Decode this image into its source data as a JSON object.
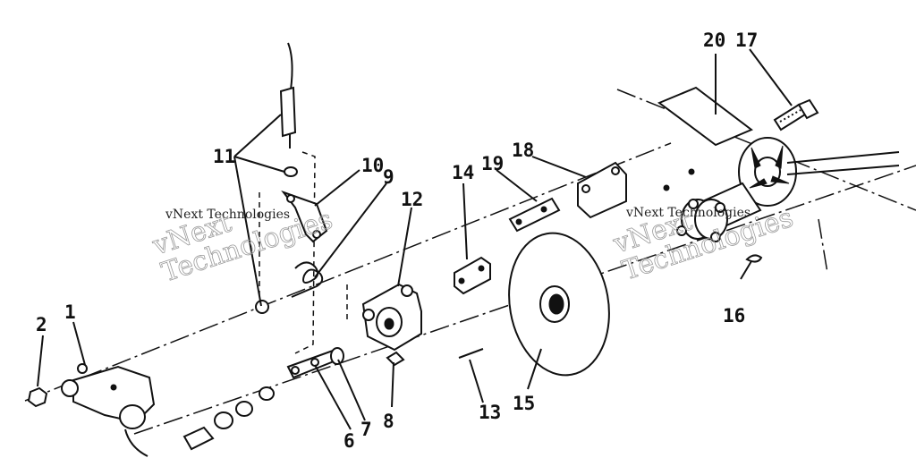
{
  "diagram": {
    "callouts": [
      {
        "id": "1",
        "label": "1"
      },
      {
        "id": "2",
        "label": "2"
      },
      {
        "id": "6",
        "label": "6"
      },
      {
        "id": "7",
        "label": "7"
      },
      {
        "id": "8",
        "label": "8"
      },
      {
        "id": "9",
        "label": "9"
      },
      {
        "id": "10",
        "label": "10"
      },
      {
        "id": "11",
        "label": "11"
      },
      {
        "id": "12",
        "label": "12"
      },
      {
        "id": "13",
        "label": "13"
      },
      {
        "id": "14",
        "label": "14"
      },
      {
        "id": "15",
        "label": "15"
      },
      {
        "id": "16",
        "label": "16"
      },
      {
        "id": "17",
        "label": "17"
      },
      {
        "id": "18",
        "label": "18"
      },
      {
        "id": "19",
        "label": "19"
      },
      {
        "id": "20",
        "label": "20"
      }
    ],
    "watermarks": [
      {
        "small": "vNext Technologies",
        "large": "vNext\nTechnologies"
      },
      {
        "small": "vNext Technologies",
        "large": "vNext\nTechnologies"
      }
    ]
  }
}
